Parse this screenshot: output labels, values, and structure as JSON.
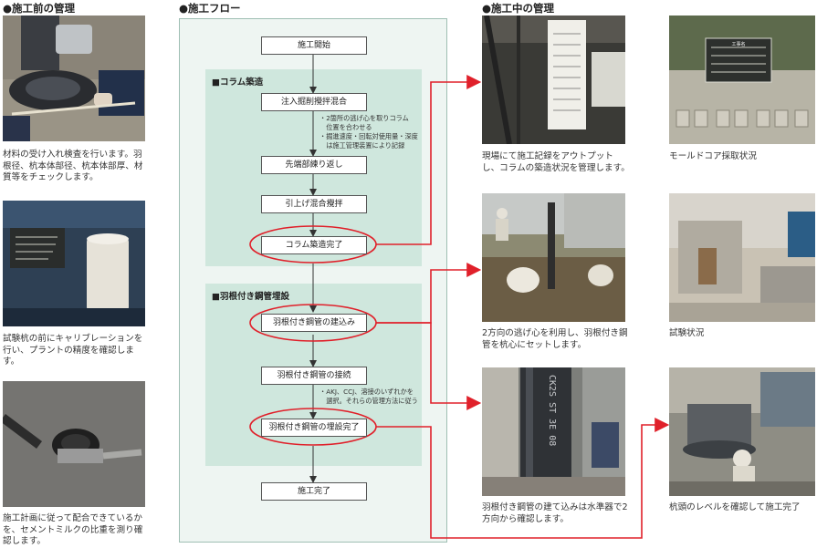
{
  "sections": {
    "pre": "●施工前の管理",
    "flow": "●施工フロー",
    "during": "●施工中の管理"
  },
  "pre_captions": [
    "材料の受け入れ検査を行います。羽根径、杭本体部径、杭本体部厚、材質等をチェックします。",
    "試験杭の前にキャリブレーションを行い、プラントの精度を確認します。",
    "施工計画に従って配合できているかを、セメントミルクの比重を測り確認します。"
  ],
  "flow": {
    "start": "施工開始",
    "group1_title": "■コラム築造",
    "group1_steps": [
      "注入掘削攪拌混合",
      "先端部練り返し",
      "引上げ混合攪拌",
      "コラム築造完了"
    ],
    "group1_note": [
      "・2箇所の逃げ心を取りコラム",
      "　位置を合わせる",
      "・掘進速度・回転対使用量・深度",
      "　は施工管理装置により記録"
    ],
    "group2_title": "■羽根付き鋼管埋設",
    "group2_steps": [
      "羽根付き鋼管の建込み",
      "羽根付き鋼管の接続",
      "羽根付き鋼管の埋設完了"
    ],
    "group2_note": [
      "・AKJ、CCJ、溶接のいずれかを",
      "　選択。それらの管理方法に従う"
    ],
    "end": "施工完了"
  },
  "during_captions": {
    "c1": "現場にて施工記録をアウトプットし、コラムの築造状況を管理します。",
    "c2": "モールドコア採取状況",
    "c3": "2方向の逃げ心を利用し、羽根付き鋼管を杭心にセットします。",
    "c4": "試験状況",
    "c5": "羽根付き鋼管の建て込みは水準器で2方向から確認します。",
    "c6": "杭頭のレベルを確認して施工完了"
  },
  "photo_text": {
    "pipe_print": "CK2S ST 3E 08",
    "board_label": "工事名"
  },
  "colors": {
    "arrow": "#e0202a",
    "panel": "#eef5f2",
    "group": "#cfe7dd"
  }
}
